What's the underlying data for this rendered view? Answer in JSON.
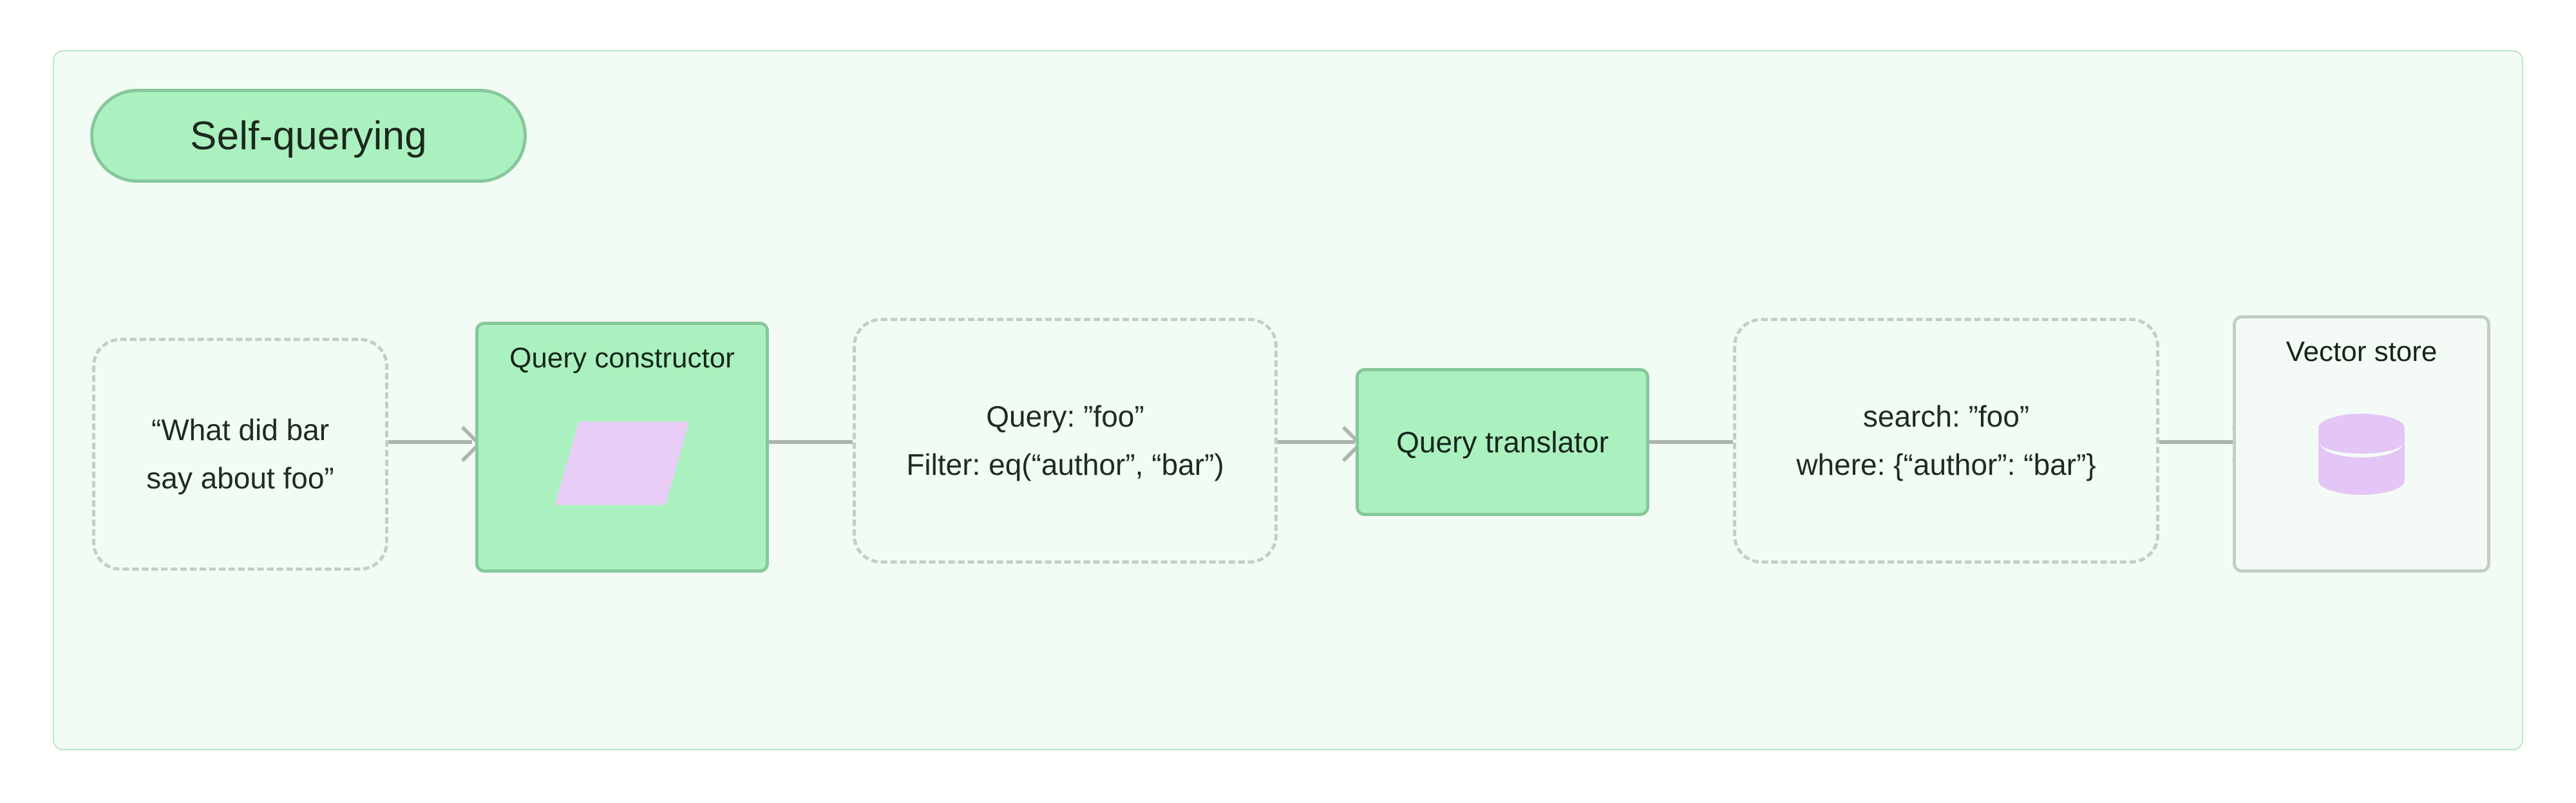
{
  "diagram": {
    "group": {
      "title": "Self-querying",
      "accent_color": "#abf1bf",
      "border_color": "#b7e6c4",
      "background_color": "#f2fbf4"
    },
    "nodes": [
      {
        "id": "user-question",
        "type": "dashed-payload",
        "lines": [
          "“What did bar",
          "say about foo”"
        ]
      },
      {
        "id": "query-constructor",
        "type": "process",
        "label": "Query constructor",
        "icon": "parallelogram-icon",
        "icon_color": "#e8cdf7"
      },
      {
        "id": "structured-query",
        "type": "dashed-payload",
        "lines": [
          "Query: ”foo”",
          "Filter: eq(“author”, “bar”)"
        ]
      },
      {
        "id": "query-translator",
        "type": "process",
        "label": "Query translator"
      },
      {
        "id": "translated-query",
        "type": "dashed-payload",
        "lines": [
          "search: ”foo”",
          "where: {“author”: “bar”}"
        ]
      },
      {
        "id": "vector-store",
        "type": "store",
        "label": "Vector store",
        "icon": "database-cylinder-icon",
        "icon_color": "#e3c6f6"
      }
    ],
    "connectors": [
      {
        "id": "c1",
        "from": "user-question",
        "to": "query-constructor",
        "arrow": true
      },
      {
        "id": "c2",
        "from": "query-constructor",
        "to": "structured-query",
        "arrow": false
      },
      {
        "id": "c3",
        "from": "structured-query",
        "to": "query-translator",
        "arrow": true
      },
      {
        "id": "c4",
        "from": "query-translator",
        "to": "translated-query",
        "arrow": false
      },
      {
        "id": "c5",
        "from": "translated-query",
        "to": "vector-store",
        "arrow": true
      }
    ],
    "connector_color": "#aeb5b1"
  }
}
